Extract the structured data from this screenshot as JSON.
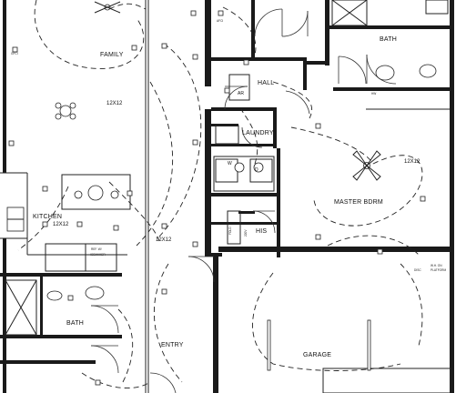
{
  "rooms": {
    "family": "FAMILY",
    "kitchen": "KITCHEN",
    "hall": "HALL",
    "laundry": "LAUNDRY",
    "bath_top": "BATH",
    "bath_left": "BATH",
    "master": "MASTER BDRM",
    "his": "HIS",
    "entry": "ENTRY",
    "garage": "GARAGE"
  },
  "dimensions": {
    "family_size": "12X12",
    "kitchen_size": "12X12",
    "dining_size": "12X12",
    "master_size": "12X12"
  },
  "labels": {
    "ref": "REF. W/",
    "ice": "ICEMAKER",
    "ref_ice": "REF. W/ ICEMAKER",
    "ar": "AR",
    "w": "W",
    "d": "D",
    "fold": "FOLD",
    "platform": "PLATFORM",
    "wh": "W.H. ON",
    "gfci": "GFCI",
    "afci": "AFCI",
    "hw": "HW",
    "disc": "DISC",
    "v220": "220V"
  }
}
